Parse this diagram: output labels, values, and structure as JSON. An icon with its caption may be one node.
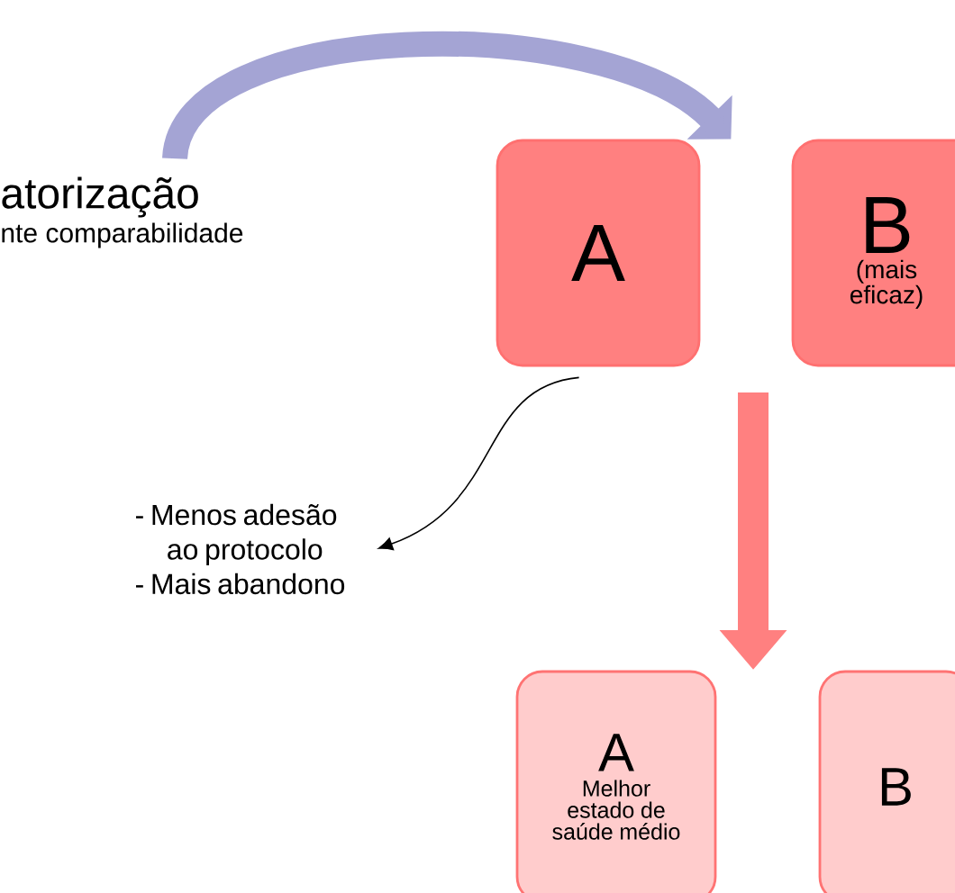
{
  "diagram": {
    "nodes": [
      {
        "text": [
          "atorização",
          "nte comparabilidade"
        ]
      },
      {
        "text": [
          "A"
        ]
      },
      {
        "text": [
          "B",
          "(mais eficaz)"
        ]
      },
      {
        "text": [
          "- Menos adesão ao protocolo",
          "- Mais abandono"
        ]
      },
      {
        "text": [
          "A",
          "Melhor estado de saúde médio"
        ]
      },
      {
        "text": [
          "B"
        ]
      }
    ],
    "edges": [
      {
        "from": 0,
        "to": 1,
        "arrow": "to",
        "style": "thick",
        "color": "#a4a4d4"
      },
      {
        "from": 1,
        "to": 3,
        "arrow": "to",
        "color": "#000000"
      }
    ]
  }
}
